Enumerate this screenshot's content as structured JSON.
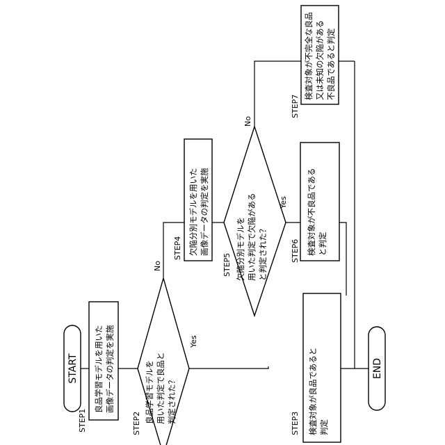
{
  "nodes": {
    "start": "START",
    "step1": [
      "良品学習モデルを用いた",
      "画像データの判定を実施"
    ],
    "step2": [
      "良品学習モデルを",
      "用いた判定で良品と",
      "判定された？"
    ],
    "step3": [
      "検査対象が良品であると",
      "判定"
    ],
    "step4": [
      "欠陥分別モデルを用いた",
      "画像データの判定を実施"
    ],
    "step5": [
      "欠陥分別モデルを",
      "用いた判定で欠陥がある",
      "と判定された？"
    ],
    "step6": [
      "検査対象が不良品である",
      "と判定"
    ],
    "step7": [
      "検査対象が不完全な良品",
      "又は未知の欠陥がある",
      "不良品であると判定"
    ],
    "end": "END"
  },
  "step_labels": {
    "step1": "STEP1",
    "step2": "STEP2",
    "step3": "STEP3",
    "step4": "STEP4",
    "step5": "STEP5",
    "step6": "STEP6",
    "step7": "STEP7"
  },
  "branch_labels": {
    "yes": "Yes",
    "no": "No"
  }
}
